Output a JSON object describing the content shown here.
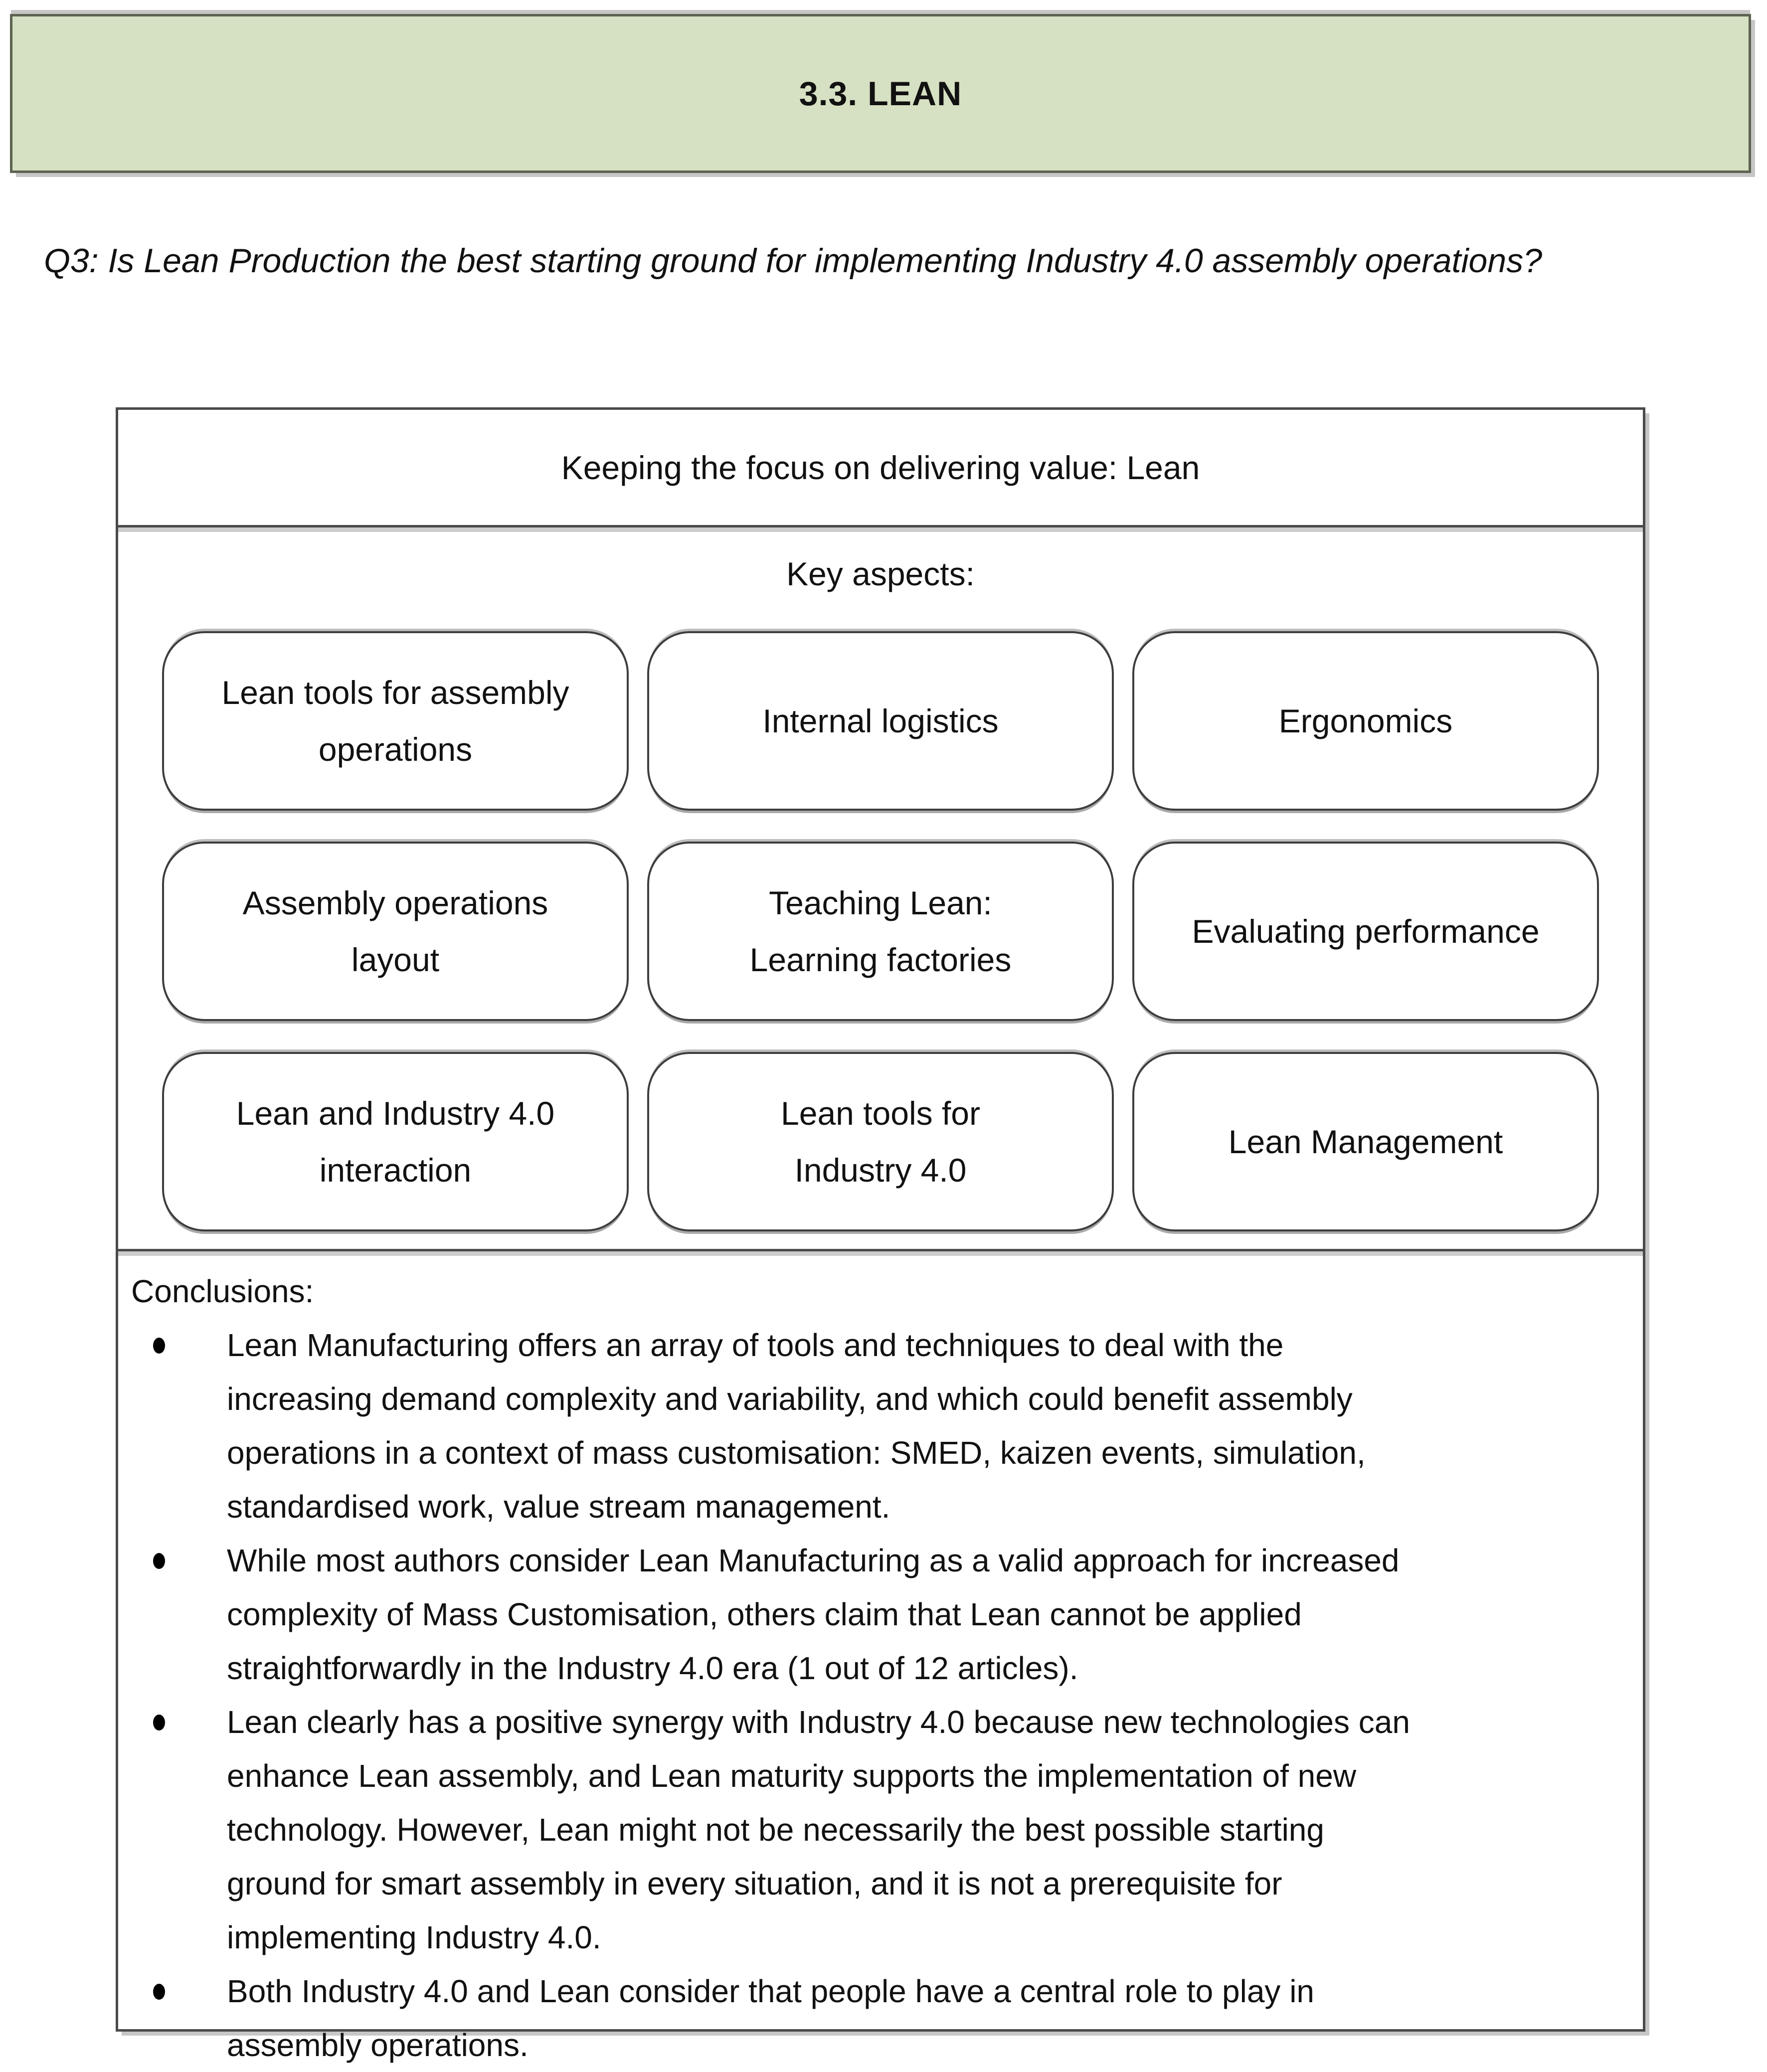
{
  "banner": {
    "title": "3.3. LEAN"
  },
  "question": {
    "text": "Q3: Is Lean Production the best starting ground for implementing Industry 4.0 assembly operations?"
  },
  "summary_box": {
    "title": "Keeping the focus on delivering value: Lean",
    "key_aspects": {
      "heading": "Key aspects:",
      "items": [
        "Lean tools for assembly\noperations",
        "Internal logistics",
        "Ergonomics",
        "Assembly operations\nlayout",
        "Teaching Lean:\nLearning factories",
        "Evaluating performance",
        "Lean and Industry 4.0\ninteraction",
        "Lean tools for\nIndustry 4.0",
        "Lean Management"
      ]
    },
    "conclusions": {
      "heading": "Conclusions:",
      "bullets": [
        "Lean Manufacturing offers an array of tools and techniques to deal with the\nincreasing demand complexity and variability, and which could benefit assembly\noperations in a context of mass customisation: SMED, kaizen events, simulation,\nstandardised work, value stream management.",
        "While most authors consider Lean Manufacturing as a valid approach for increased\ncomplexity of Mass Customisation, others claim that Lean cannot be applied\nstraightforwardly in the Industry 4.0 era (1 out of 12 articles).",
        "Lean clearly has a positive synergy with Industry 4.0 because new technologies can\nenhance Lean assembly, and Lean maturity supports the implementation of new\ntechnology. However, Lean might not be necessarily the best possible starting\nground for smart assembly in every situation, and it is not a prerequisite for\nimplementing Industry 4.0.",
        "Both Industry 4.0 and Lean consider that people have a central role to play in\nassembly operations."
      ]
    }
  },
  "colors": {
    "banner_background": "#d6e0c2",
    "banner_border": "#5c6350",
    "box_border": "#4a4a4a",
    "aspect_border": "#3d3d3d",
    "shadow_gray": "#c6c6c6",
    "text": "#111111"
  }
}
